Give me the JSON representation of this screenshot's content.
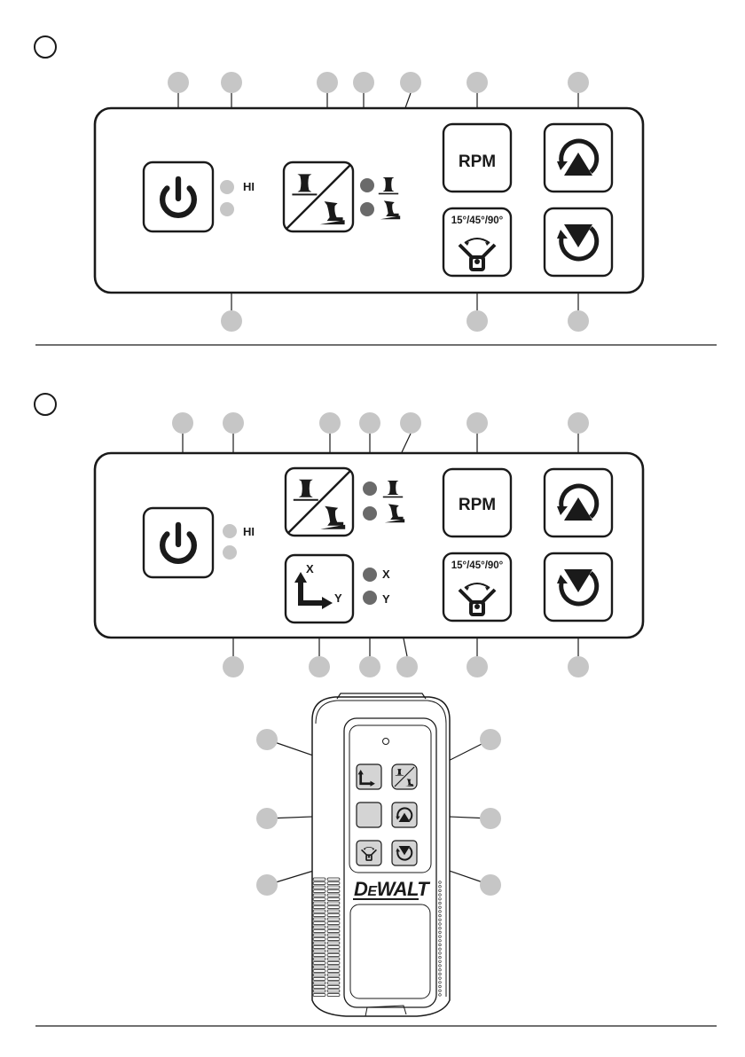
{
  "colors": {
    "ink": "#1a1a1a",
    "callout": "#c6c6c6",
    "led_light": "#c6c6c6",
    "led_dark": "#6a6a6a",
    "remote_button": "#d4d4d4"
  },
  "figures": [
    {
      "id": "fig-a",
      "marker": "",
      "panel": {
        "buttons": [
          {
            "name": "power-button",
            "icon": "power-icon",
            "label": ""
          },
          {
            "name": "scan-mode-button",
            "icon": "vertical-horizontal-mode-icon",
            "label": ""
          },
          {
            "name": "rpm-button",
            "icon": "",
            "label": "RPM"
          },
          {
            "name": "rotate-ccw-up-button",
            "icon": "rotate-up-icon",
            "label": ""
          },
          {
            "name": "scan-angle-button",
            "icon": "scan-angle-icon",
            "label": "15°/45°/90°"
          },
          {
            "name": "rotate-cw-down-button",
            "icon": "rotate-down-icon",
            "label": ""
          }
        ],
        "leds": [
          {
            "name": "hi-led",
            "label": "HI",
            "tone": "light"
          },
          {
            "name": "battery-led",
            "label": "",
            "tone": "light"
          },
          {
            "name": "horizontal-mode-led",
            "label": "",
            "icon": "horizontal-mode-icon",
            "tone": "dark"
          },
          {
            "name": "vertical-mode-led",
            "label": "",
            "icon": "vertical-mode-icon",
            "tone": "dark"
          }
        ]
      }
    },
    {
      "id": "fig-b",
      "marker": "",
      "panel": {
        "buttons": [
          {
            "name": "power-button",
            "icon": "power-icon",
            "label": ""
          },
          {
            "name": "scan-mode-button",
            "icon": "vertical-horizontal-mode-icon",
            "label": ""
          },
          {
            "name": "axis-select-button",
            "icon": "xy-axis-icon",
            "label": ""
          },
          {
            "name": "rpm-button",
            "icon": "",
            "label": "RPM"
          },
          {
            "name": "rotate-ccw-up-button",
            "icon": "rotate-up-icon",
            "label": ""
          },
          {
            "name": "scan-angle-button",
            "icon": "scan-angle-icon",
            "label": "15°/45°/90°"
          },
          {
            "name": "rotate-cw-down-button",
            "icon": "rotate-down-icon",
            "label": ""
          }
        ],
        "leds": [
          {
            "name": "hi-led",
            "label": "HI",
            "tone": "light"
          },
          {
            "name": "battery-led",
            "label": "",
            "tone": "light"
          },
          {
            "name": "horizontal-mode-led",
            "label": "",
            "tone": "dark"
          },
          {
            "name": "vertical-mode-led",
            "label": "",
            "tone": "dark"
          },
          {
            "name": "x-axis-led",
            "label": "X",
            "tone": "dark"
          },
          {
            "name": "y-axis-led",
            "label": "Y",
            "tone": "dark"
          }
        ],
        "axis_labels": {
          "x": "X",
          "y": "Y"
        }
      }
    }
  ],
  "remote": {
    "brand": "DEWALT",
    "brand_first": "D",
    "brand_small": "E",
    "brand_rest": "WALT",
    "buttons": [
      {
        "name": "remote-axis-button",
        "icon": "xy-axis-icon"
      },
      {
        "name": "remote-scan-mode-button",
        "icon": "vertical-horizontal-mode-icon"
      },
      {
        "name": "remote-rpm-button",
        "icon": ""
      },
      {
        "name": "remote-rotate-up-button",
        "icon": "rotate-up-icon"
      },
      {
        "name": "remote-scan-angle-button",
        "icon": "scan-angle-icon"
      },
      {
        "name": "remote-rotate-down-button",
        "icon": "rotate-down-icon"
      }
    ]
  },
  "text": {
    "hi": "HI",
    "rpm": "RPM",
    "angles": "15°/45°/90°",
    "x": "X",
    "y": "Y"
  }
}
